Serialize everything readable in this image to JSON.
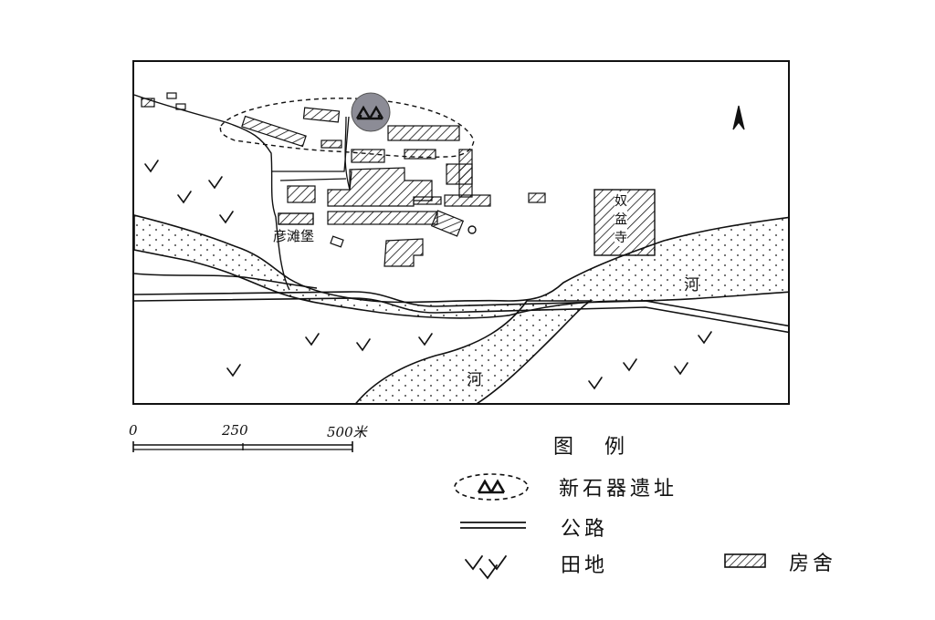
{
  "map": {
    "compass_icon": "north-arrow-icon",
    "labels": {
      "village": "彦滩堡",
      "temple_line1": "奴",
      "temple_line2": "盆",
      "temple_line3": "寺",
      "river_upper": "河",
      "river_lower": "河"
    },
    "site_marker_icon": "neolithic-site-icon"
  },
  "scale": {
    "tick_0": "0",
    "tick_1": "250",
    "tick_2": "500米"
  },
  "legend": {
    "title": "图例",
    "items": [
      {
        "icon": "neolithic-site-icon",
        "label": "新石器遗址"
      },
      {
        "icon": "road-icon",
        "label": "公路"
      },
      {
        "icon": "farmland-icon",
        "label": "田地"
      },
      {
        "icon": "building-icon",
        "label": "房舍"
      }
    ]
  }
}
